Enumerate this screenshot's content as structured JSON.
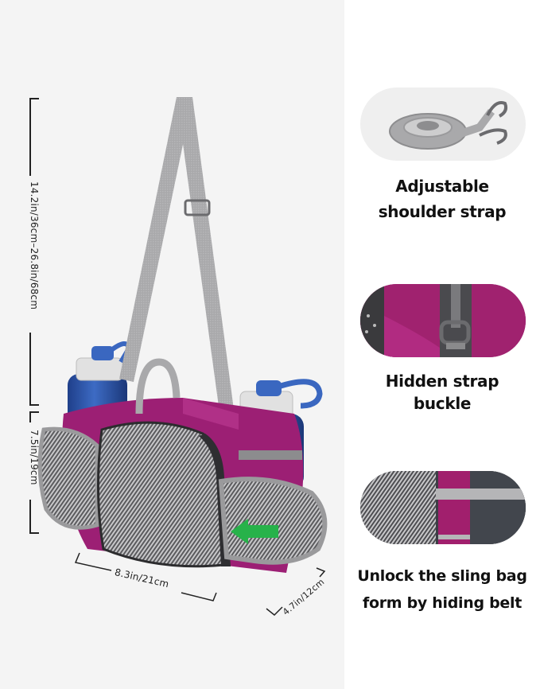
{
  "dimensions": {
    "strap_height": "14.2in/36cm–26.8in/68cm",
    "bag_height": "7.5in/19cm",
    "bag_width": "8.3in/21cm",
    "bag_depth": "4.7in/12cm"
  },
  "product": {
    "name": "hydration waist bag with two water bottles and shoulder strap",
    "colors": {
      "body": "#9c1f74",
      "mesh": "#8a8a8a",
      "strap": "#a9a9ab",
      "bottle": "#2f57a8",
      "cap": "#e1e1e1",
      "arrow": "#27b24a"
    }
  },
  "features": [
    {
      "image": "coiled-strap-with-clips",
      "title_line1": "Adjustable",
      "title_line2": "shoulder strap"
    },
    {
      "image": "hidden-buckle-closeup",
      "title_line1": "Hidden strap",
      "title_line2": "buckle"
    },
    {
      "image": "belt-tucked-closeup",
      "title_line1": "Unlock the sling bag",
      "title_line2": "form by hiding belt"
    }
  ],
  "colors": {
    "left_background": "#f4f4f4",
    "right_background": "#ffffff",
    "text": "#111111",
    "accent_pink": "#9c1f74"
  }
}
